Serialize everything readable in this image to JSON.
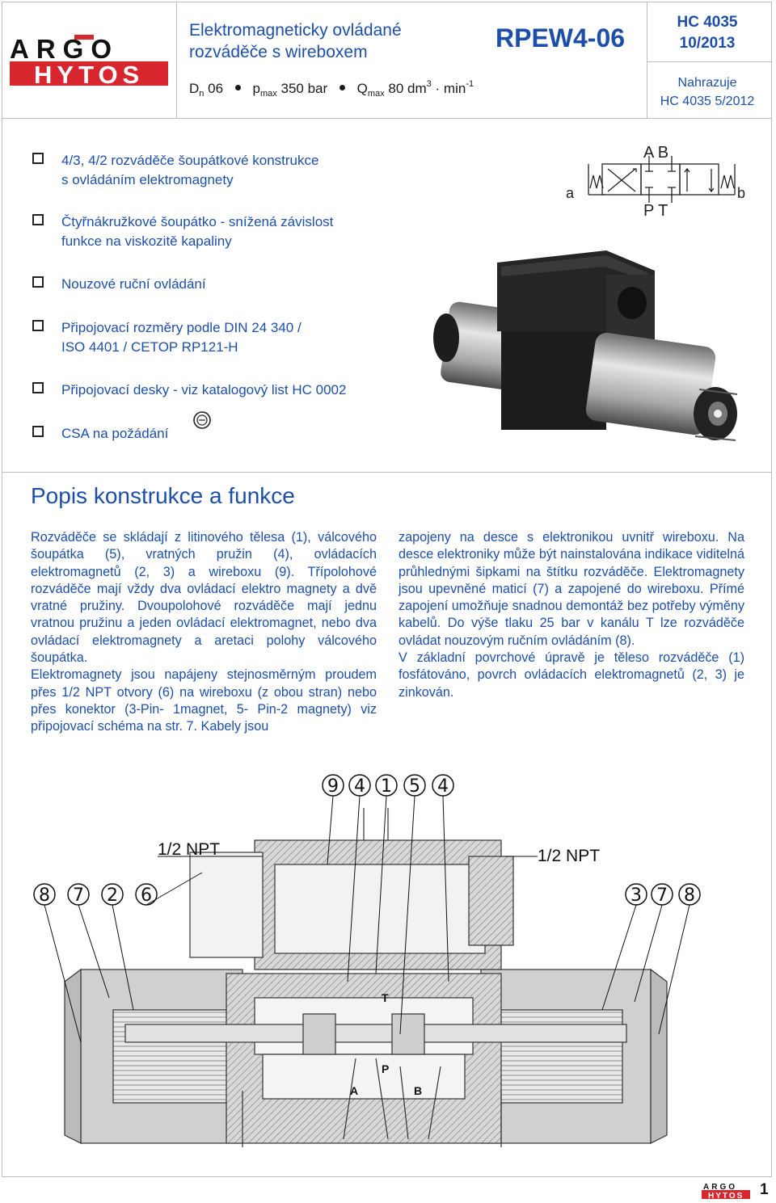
{
  "header": {
    "logo_line1": "ARGO",
    "logo_line2": "HYTOS",
    "title_line1": "Elektromagneticky ovládané",
    "title_line2": "rozváděče s wireboxem",
    "params": {
      "dn_label": "D",
      "dn_sub": "n",
      "dn_value": "06",
      "p_label": "p",
      "p_sub": "max",
      "p_value": "350 bar",
      "q_label": "Q",
      "q_sub": "max",
      "q_value": "80 dm",
      "q_sup": "3",
      "q_dot": "·",
      "q_unit": "min",
      "q_unit_sup": "-1"
    },
    "type_code": "RPEW4-06",
    "hc_code": "HC 4035",
    "hc_date": "10/2013",
    "replaces_label": "Nahrazuje",
    "replaces_value": "HC 4035 5/2012"
  },
  "features": [
    {
      "line1": "4/3, 4/2 rozváděče šoupátkové konstrukce",
      "line2": "s ovládáním elektromagnety"
    },
    {
      "line1": "Čtyřnákružkové šoupátko - snížená závislost",
      "line2": "funkce na viskozitě kapaliny"
    },
    {
      "line1": "Nouzové ruční ovládání",
      "line2": ""
    },
    {
      "line1": "Připojovací rozměry podle  DIN 24 340 /",
      "line2": "ISO 4401 / CETOP RP121-H"
    },
    {
      "line1": "Připojovací desky - viz katalogový list HC 0002",
      "line2": ""
    },
    {
      "line1": "CSA na požádání",
      "line2": ""
    }
  ],
  "symbol": {
    "port_a": "a",
    "port_b": "b",
    "top_ports": "A B",
    "bottom_ports": "P T"
  },
  "section": {
    "title": "Popis konstrukce a funkce",
    "left_col": [
      "Rozváděče se skládají z litinového tělesa (1), válcového šoupátka (5), vratných pružin (4), ovládacích elektromagnetů (2, 3) a wireboxu (9). Třípolohové rozváděče mají vždy dva ovládací elektro magnety a dvě vratné pružiny. Dvoupolohové rozváděče mají jednu vratnou pružinu a jeden ovládací elektromagnet, nebo dva ovládací elektromagnety a aretaci polohy válcového šoupátka.",
      "Elektromagnety jsou napájeny stejnosměrným proudem přes 1/2 NPT otvory (6) na wireboxu (z obou stran) nebo přes konektor (3-Pin- 1magnet, 5- Pin-2 magnety) viz připojovací schéma na str. 7. Kabely jsou"
    ],
    "right_col": [
      "zapojeny na desce s elektronikou uvnitř wireboxu. Na desce elektroniky může být nainstalována indikace viditelná průhlednými šipkami na štítku rozváděče. Elektromagnety jsou upevněné maticí (7) a zapojené do wireboxu. Přímé zapojení umožňuje snadnou demontáž bez potřeby výměny kabelů. Do výše tlaku 25 bar v kanálu T lze rozváděče ovládat nouzovým ručním ovládáním (8).",
      "V základní povrchové úpravě je těleso rozváděče (1) fosfátováno, povrch ovládacích elektromagnetů (2, 3) je zinkován."
    ]
  },
  "drawing": {
    "callouts_top": [
      "9",
      "4",
      "1",
      "5",
      "4"
    ],
    "callouts_left": [
      "8",
      "7",
      "2",
      "6"
    ],
    "callouts_right": [
      "3",
      "7",
      "8"
    ],
    "npt_left": "1/2 NPT",
    "npt_right": "1/2 NPT",
    "port_t": "T",
    "port_p": "P",
    "port_a": "A",
    "port_b": "B"
  },
  "footer": {
    "logo_line1": "ARGO",
    "logo_line2": "HYTOS",
    "page": "1"
  },
  "colors": {
    "brand_red": "#d7262e",
    "text_blue": "#1d4fa8",
    "frame_grey": "#bdbdbd"
  }
}
